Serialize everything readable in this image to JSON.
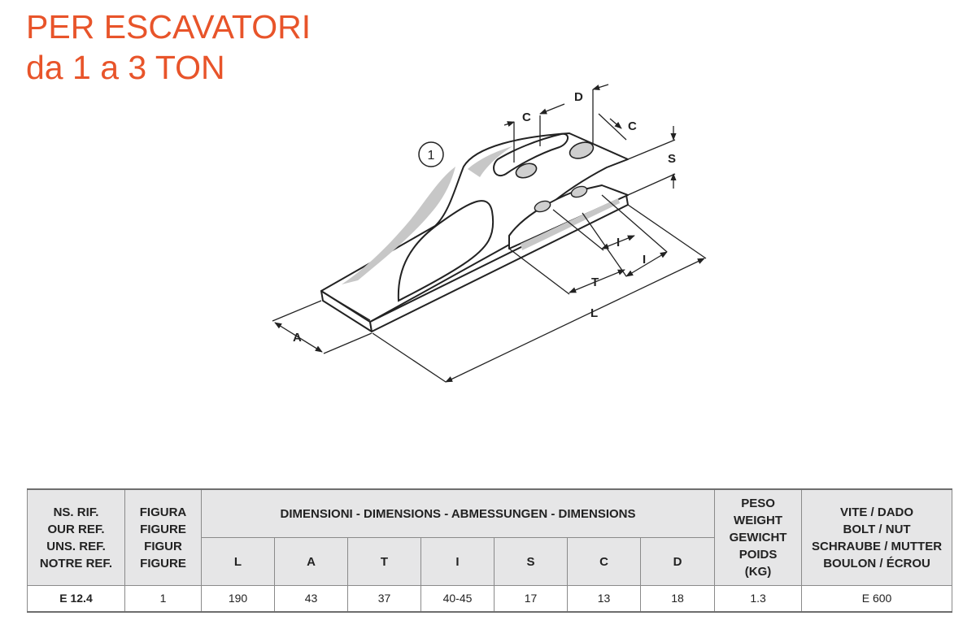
{
  "title": {
    "line1": "PER ESCAVATORI",
    "line2": "da 1 a 3 TON"
  },
  "drawing": {
    "figure_number": "1",
    "dimension_labels": {
      "A": "A",
      "L": "L",
      "T": "T",
      "I": "I",
      "S": "S",
      "C": "C",
      "D": "D"
    }
  },
  "table": {
    "headers": {
      "ref": [
        "NS. RIF.",
        "OUR REF.",
        "UNS. REF.",
        "NOTRE REF."
      ],
      "figure": [
        "FIGURA",
        "FIGURE",
        "FIGUR",
        "FIGURE"
      ],
      "dimensions": "DIMENSIONI - DIMENSIONS - ABMESSUNGEN - DIMENSIONS",
      "weight": [
        "PESO",
        "WEIGHT",
        "GEWICHT",
        "POIDS",
        "(KG)"
      ],
      "bolt": [
        "VITE / DADO",
        "BOLT / NUT",
        "SCHRAUBE / MUTTER",
        "BOULON / ÉCROU"
      ],
      "dim_cols": [
        "L",
        "A",
        "T",
        "I",
        "S",
        "C",
        "D"
      ]
    },
    "rows": [
      {
        "ref": "E 12.4",
        "figure": "1",
        "L": "190",
        "A": "43",
        "T": "37",
        "I": "40-45",
        "S": "17",
        "C": "13",
        "D": "18",
        "weight": "1.3",
        "bolt": "E 600"
      }
    ]
  }
}
